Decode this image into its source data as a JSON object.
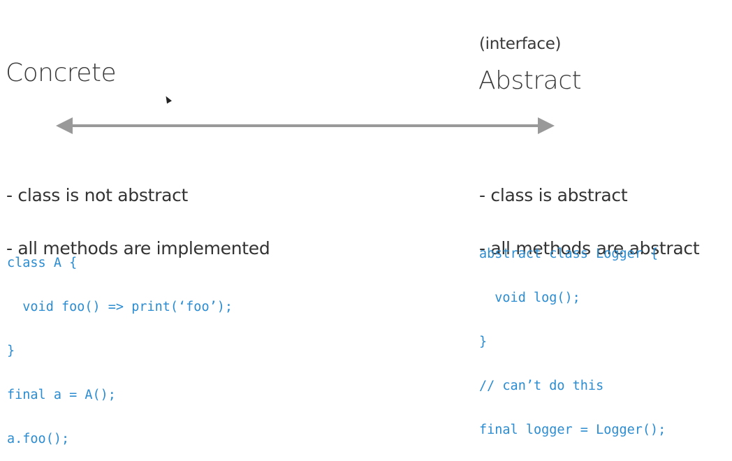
{
  "left": {
    "title": "Concrete",
    "bullets": [
      "- class is not abstract",
      "- all methods are implemented"
    ],
    "code": [
      "class A {",
      "  void foo() => print(‘foo’);",
      "}",
      "final a = A();",
      "a.foo();"
    ]
  },
  "right": {
    "subtitle": "(interface)",
    "title": "Abstract",
    "bullets": [
      "- class is abstract",
      "- all methods are abstract"
    ],
    "code": [
      "abstract class Logger {",
      "  void log();",
      "}",
      "// can’t do this",
      "final logger = Logger();"
    ]
  },
  "colors": {
    "arrow": "#999999",
    "code": "#2b8cd1",
    "text": "#333333"
  }
}
